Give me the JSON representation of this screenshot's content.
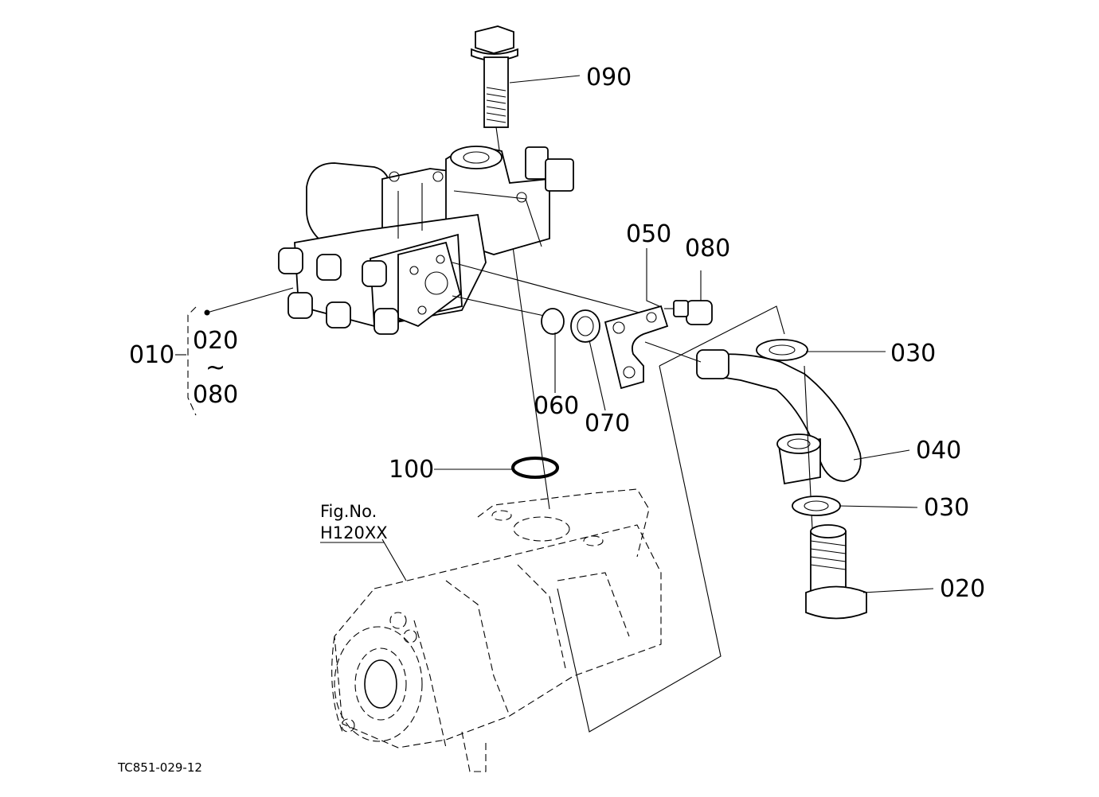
{
  "callouts": {
    "c090": "090",
    "c050": "050",
    "c080a": "080",
    "c030a": "030",
    "c010": "010",
    "c020a": "020",
    "c_tilde": "~",
    "c080b": "080",
    "c060": "060",
    "c070": "070",
    "c040": "040",
    "c100": "100",
    "c030b": "030",
    "c020b": "020"
  },
  "figure_ref": {
    "label": "Fig.No.",
    "number": "H120XX"
  },
  "drawing_id": "TC851-029-12"
}
